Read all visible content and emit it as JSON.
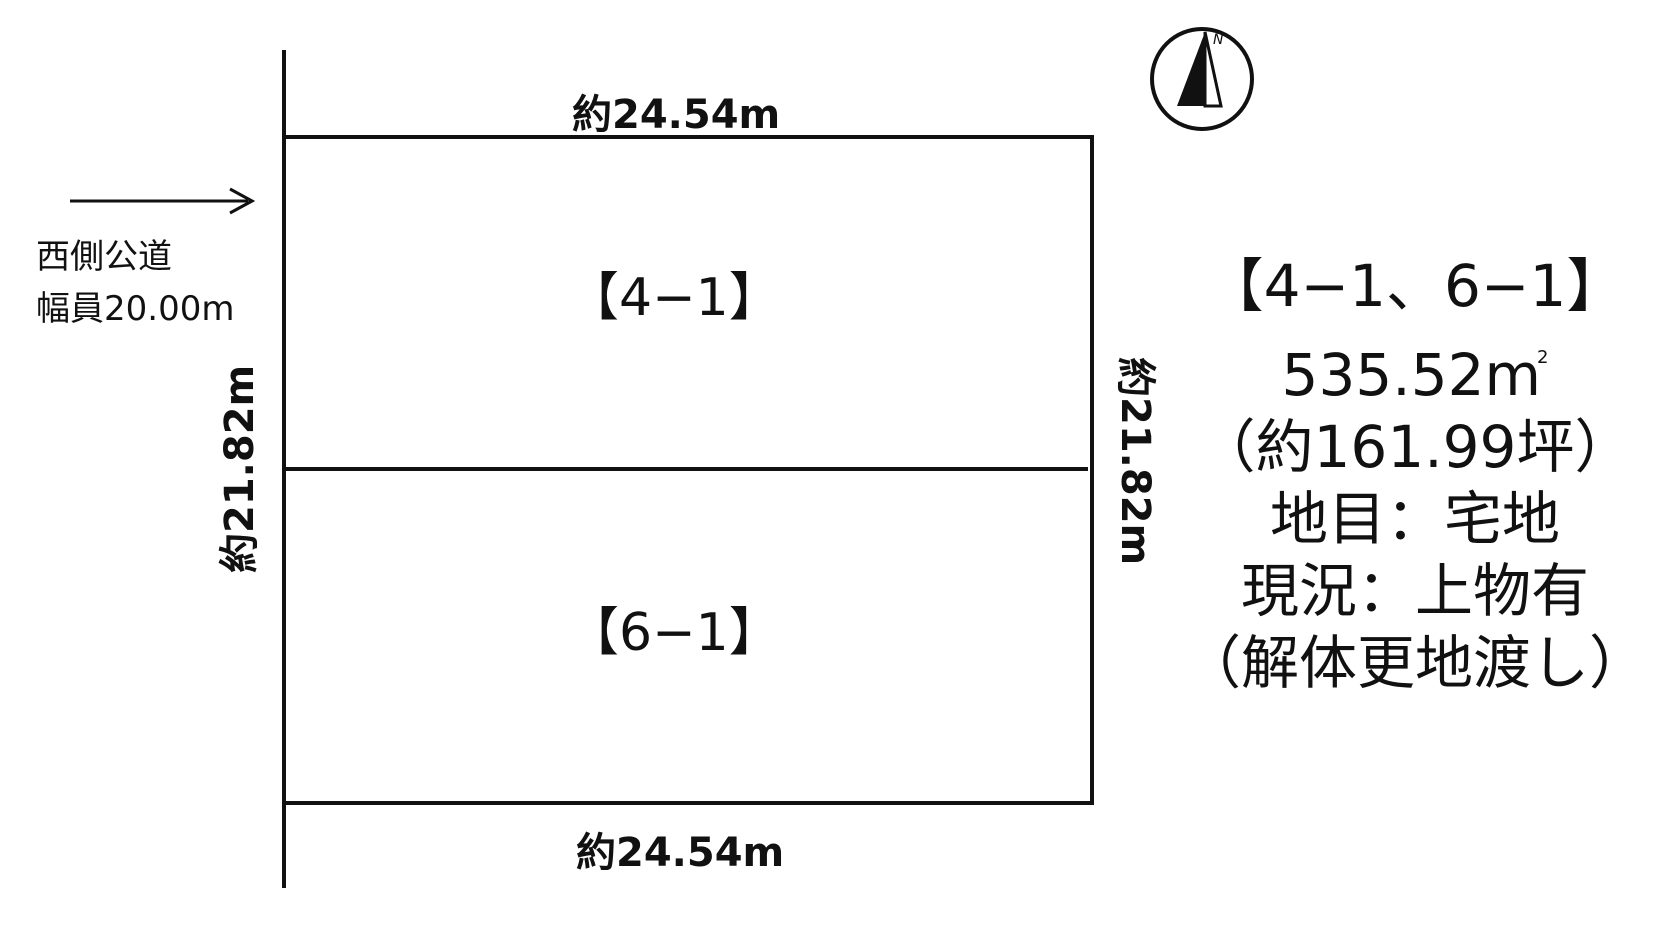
{
  "compass": {
    "icon": "north-arrow-icon",
    "letter": "N"
  },
  "plot": {
    "top_length": "約24.54m",
    "bottom_length": "約24.54m",
    "left_length": "約21.82m",
    "right_length": "約21.82m",
    "lots": [
      "【4−1】",
      "【6−1】"
    ]
  },
  "road": {
    "icon": "arrow-right-icon",
    "lines": [
      "西側公道",
      "幅員20.00m"
    ]
  },
  "info": {
    "lots": "【4−1、6−1】",
    "area_value": "535.52",
    "area_unit": "m",
    "area_unit_sup": "2",
    "tsubo": "（約161.99坪）",
    "land_category": "地目：宅地",
    "current_status": "現況：上物有",
    "delivery": "（解体更地渡し）"
  }
}
